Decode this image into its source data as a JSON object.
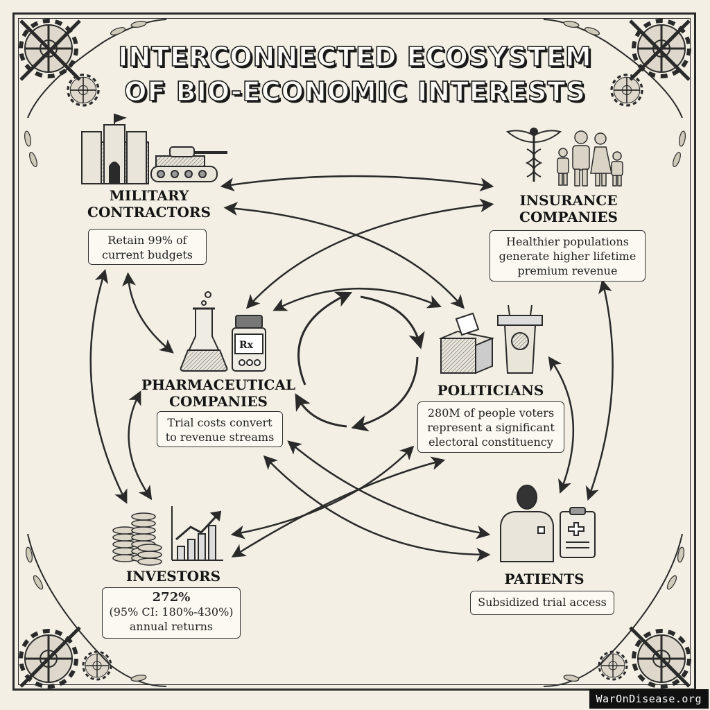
{
  "title": {
    "line1": "INTERCONNECTED ECOSYSTEM",
    "line2": "OF BIO-ECONOMIC INTERESTS"
  },
  "nodes": {
    "military": {
      "label1": "MILITARY",
      "label2": "CONTRACTORS",
      "desc1": "Retain 99% of",
      "desc2": "current budgets"
    },
    "insurance": {
      "label1": "INSURANCE",
      "label2": "COMPANIES",
      "desc1": "Healthier populations",
      "desc2": "generate higher lifetime",
      "desc3": "premium revenue"
    },
    "pharma": {
      "label1": "PHARMACEUTICAL",
      "label2": "COMPANIES",
      "desc1": "Trial costs convert",
      "desc2": "to revenue streams"
    },
    "politicians": {
      "label1": "POLITICIANS",
      "desc1": "280M of people voters",
      "desc2": "represent a significant",
      "desc3": "electoral constituency"
    },
    "investors": {
      "label1": "INVESTORS",
      "stat": "272%",
      "desc1": "(95% CI: 180%-430%)",
      "desc2": "annual returns"
    },
    "patients": {
      "label1": "PATIENTS",
      "desc1": "Subsidized trial access"
    }
  },
  "rx_label": "Rx",
  "watermark": "WarOnDisease.org",
  "colors": {
    "ink": "#1e1e1e",
    "paper": "#f3efe4",
    "box": "#fbf9f2"
  }
}
